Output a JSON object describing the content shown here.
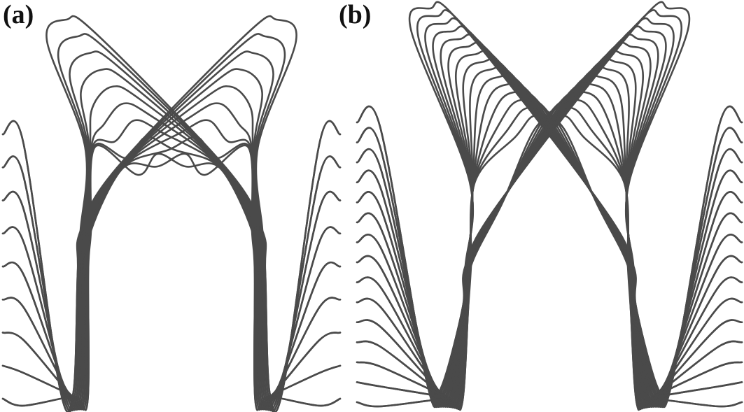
{
  "figure": {
    "panels": [
      {
        "id": "a",
        "label": "(a)",
        "curve_count": 9,
        "flared_valley": false
      },
      {
        "id": "b",
        "label": "(b)",
        "curve_count": 15,
        "flared_valley": true
      }
    ]
  },
  "colors": {
    "background": "#ffffff",
    "stroke": "#4a4a4a",
    "label": "#111111"
  }
}
